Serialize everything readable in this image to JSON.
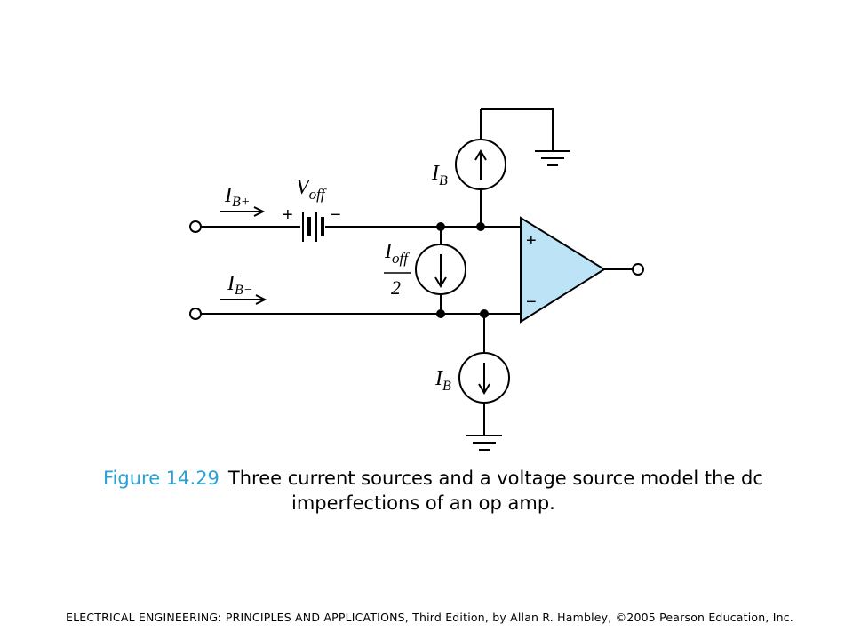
{
  "diagram": {
    "labels": {
      "ib_plus": {
        "main": "I",
        "sub": "B+"
      },
      "ib_minus": {
        "main": "I",
        "sub": "B−"
      },
      "voff": {
        "main": "V",
        "sub": "off"
      },
      "ioff": {
        "main": "I",
        "sub": "off",
        "denominator": "2"
      },
      "ib_top": {
        "main": "I",
        "sub": "B"
      },
      "ib_bottom": {
        "main": "I",
        "sub": "B"
      },
      "battery_plus": "+",
      "battery_minus": "−",
      "opamp_plus": "+",
      "opamp_minus": "−"
    },
    "colors": {
      "opamp_fill": "#bde3f7",
      "caption_accent": "#2aa0d6"
    }
  },
  "caption": {
    "figure_number": "Figure 14.29",
    "line1": "Three current sources and a voltage source model the dc",
    "line2": "imperfections of an op amp."
  },
  "footer": {
    "text": "ELECTRICAL ENGINEERING: PRINCIPLES AND APPLICATIONS, Third Edition, by Allan R. Hambley, ©2005 Pearson Education, Inc."
  }
}
